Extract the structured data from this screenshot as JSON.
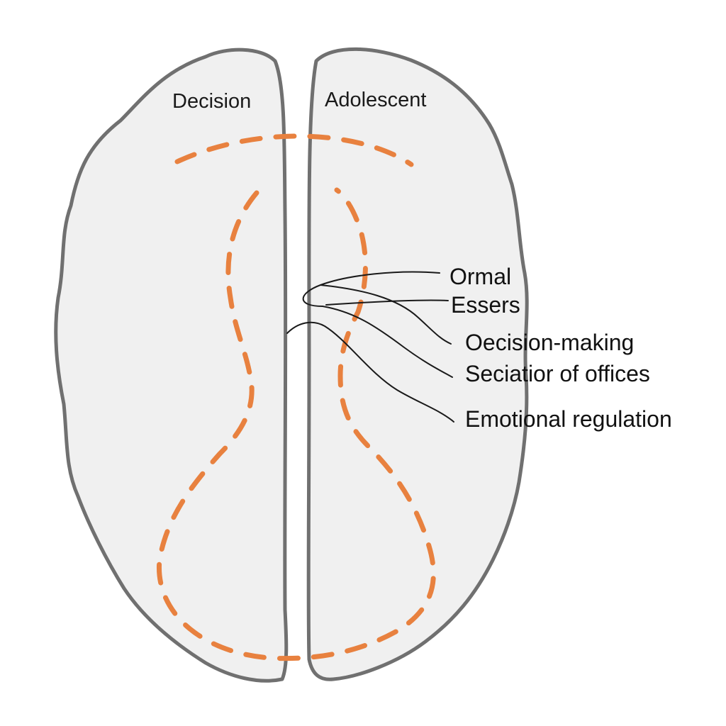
{
  "hemispheres": {
    "left_label": "Decision",
    "right_label": "Adolescent"
  },
  "callouts": [
    "Ormal",
    "Essers",
    "Oecision-making",
    "Seciatior of offices",
    "Emotional regulation"
  ],
  "colors": {
    "hemisphere_fill": "#f0f0f0",
    "hemisphere_stroke": "#707070",
    "region_dash": "#e8813f",
    "leader_line": "#1a1a1a",
    "text": "#111111"
  }
}
